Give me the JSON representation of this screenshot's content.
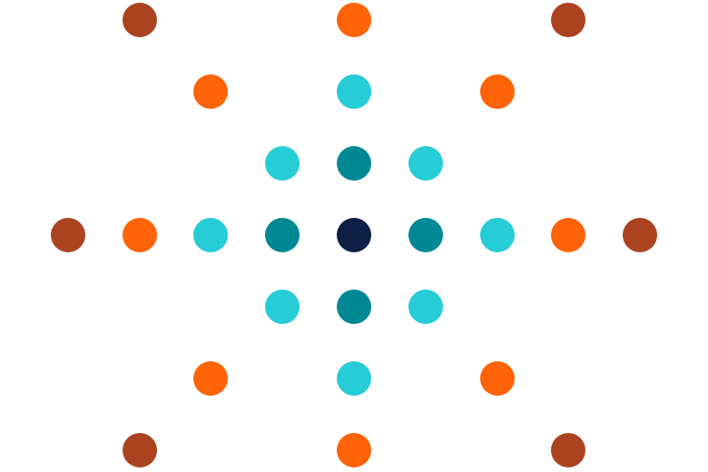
{
  "colors": {
    "center": "#0e1e45",
    "ring1": "#008894",
    "ring2": "#26ccd6",
    "ring3": "#ff6308",
    "ring4": "#ab4220"
  },
  "dots": [
    {
      "col": -3,
      "row": -3,
      "ring": "ring4"
    },
    {
      "col": 0,
      "row": -3,
      "ring": "ring3"
    },
    {
      "col": 3,
      "row": -3,
      "ring": "ring4"
    },
    {
      "col": -2,
      "row": -2,
      "ring": "ring3"
    },
    {
      "col": 0,
      "row": -2,
      "ring": "ring2"
    },
    {
      "col": 2,
      "row": -2,
      "ring": "ring3"
    },
    {
      "col": -1,
      "row": -1,
      "ring": "ring2"
    },
    {
      "col": 0,
      "row": -1,
      "ring": "ring1"
    },
    {
      "col": 1,
      "row": -1,
      "ring": "ring2"
    },
    {
      "col": -4,
      "row": 0,
      "ring": "ring4"
    },
    {
      "col": -3,
      "row": 0,
      "ring": "ring3"
    },
    {
      "col": -2,
      "row": 0,
      "ring": "ring2"
    },
    {
      "col": -1,
      "row": 0,
      "ring": "ring1"
    },
    {
      "col": 0,
      "row": 0,
      "ring": "center"
    },
    {
      "col": 1,
      "row": 0,
      "ring": "ring1"
    },
    {
      "col": 2,
      "row": 0,
      "ring": "ring2"
    },
    {
      "col": 3,
      "row": 0,
      "ring": "ring3"
    },
    {
      "col": 4,
      "row": 0,
      "ring": "ring4"
    },
    {
      "col": -1,
      "row": 1,
      "ring": "ring2"
    },
    {
      "col": 0,
      "row": 1,
      "ring": "ring1"
    },
    {
      "col": 1,
      "row": 1,
      "ring": "ring2"
    },
    {
      "col": -2,
      "row": 2,
      "ring": "ring3"
    },
    {
      "col": 0,
      "row": 2,
      "ring": "ring2"
    },
    {
      "col": 2,
      "row": 2,
      "ring": "ring3"
    },
    {
      "col": -3,
      "row": 3,
      "ring": "ring4"
    },
    {
      "col": 0,
      "row": 3,
      "ring": "ring3"
    },
    {
      "col": 3,
      "row": 3,
      "ring": "ring4"
    }
  ]
}
